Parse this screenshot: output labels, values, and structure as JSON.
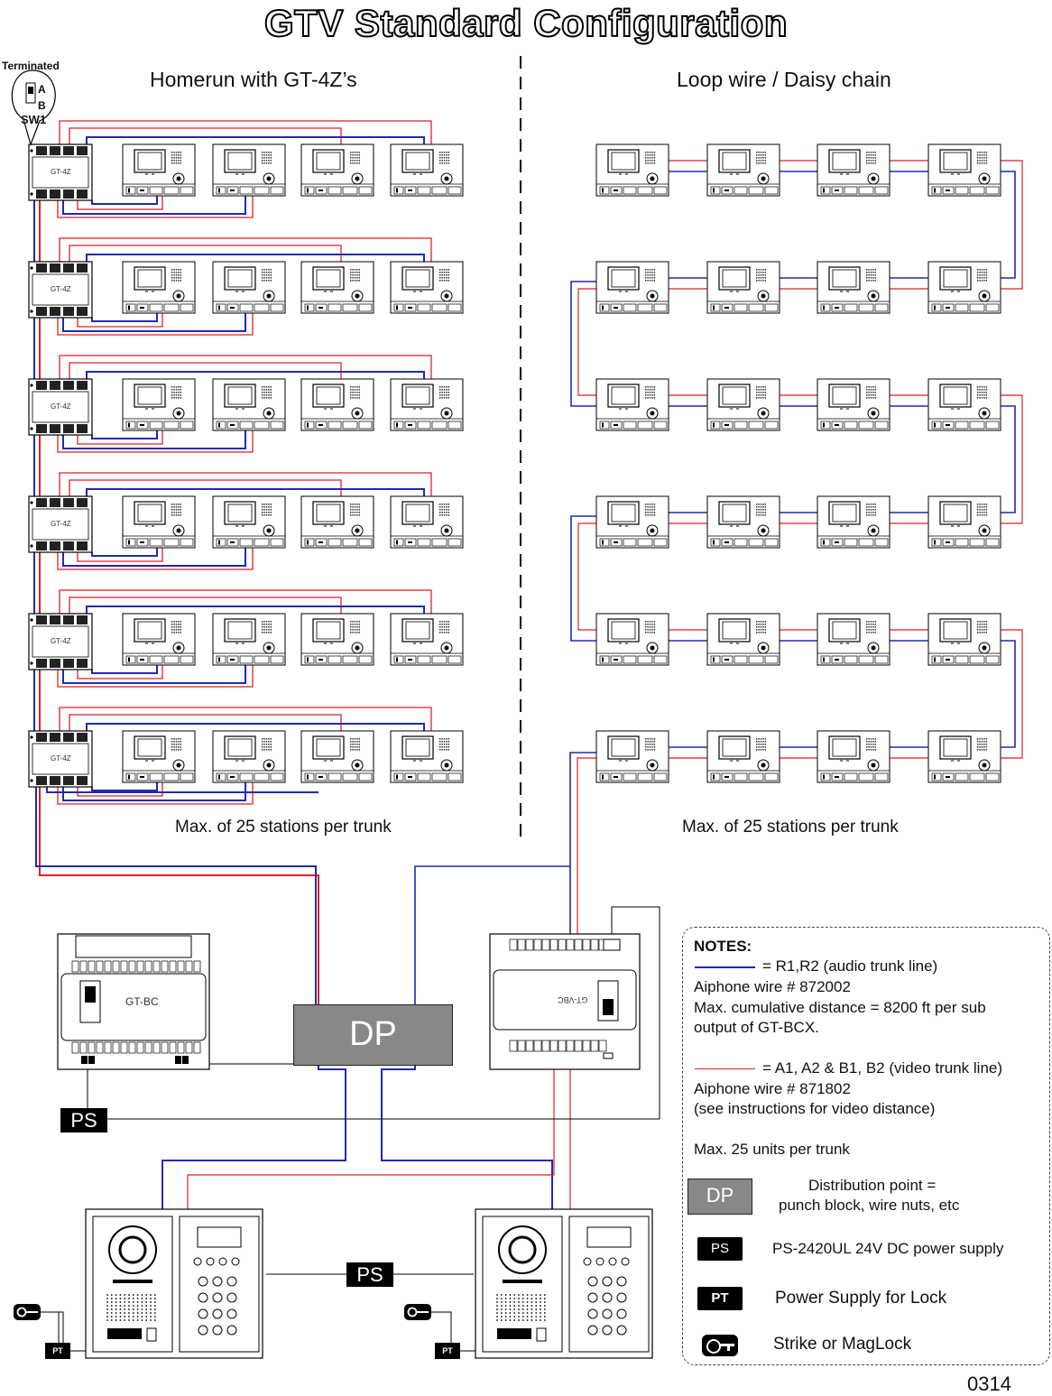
{
  "title": "GTV Standard Configuration",
  "left_heading": "Homerun with GT-4Z’s",
  "right_heading": "Loop wire / Daisy chain",
  "left_footer": "Max. of 25 stations per trunk",
  "right_footer": "Max. of 25 stations per trunk",
  "switch": {
    "terminated": "Terminated",
    "a": "A",
    "b": "B",
    "sw1": "SW1"
  },
  "gt4z_label": "GT-4Z",
  "gtbc_label": "GT-BC",
  "gtvbc_label": "GT-VBC",
  "dp_label": "DP",
  "ps_label": "PS",
  "pt_label": "PT",
  "notes": {
    "header": "NOTES:",
    "audio_line": "= R1,R2 (audio trunk line)",
    "audio_wire": "Aiphone wire # 872002",
    "audio_distance_1": "Max. cumulative distance = 8200 ft per sub",
    "audio_distance_2": "output of GT-BCX.",
    "video_line": "= A1, A2 & B1, B2 (video trunk line)",
    "video_wire": "Aiphone wire # 871802",
    "video_distance": "(see instructions for video distance)",
    "max_units": "Max. 25 units per trunk",
    "dp_legend_1": "Distribution point =",
    "dp_legend_2": "punch block, wire nuts, etc",
    "ps_legend": "PS-2420UL 24V DC power supply",
    "pt_legend": "Power Supply for Lock",
    "lock_legend": "Strike or MagLock"
  },
  "colors": {
    "audio": "#1f2bb0",
    "video": "#e01f26",
    "dp": "#888888"
  },
  "doc_code": "0314"
}
